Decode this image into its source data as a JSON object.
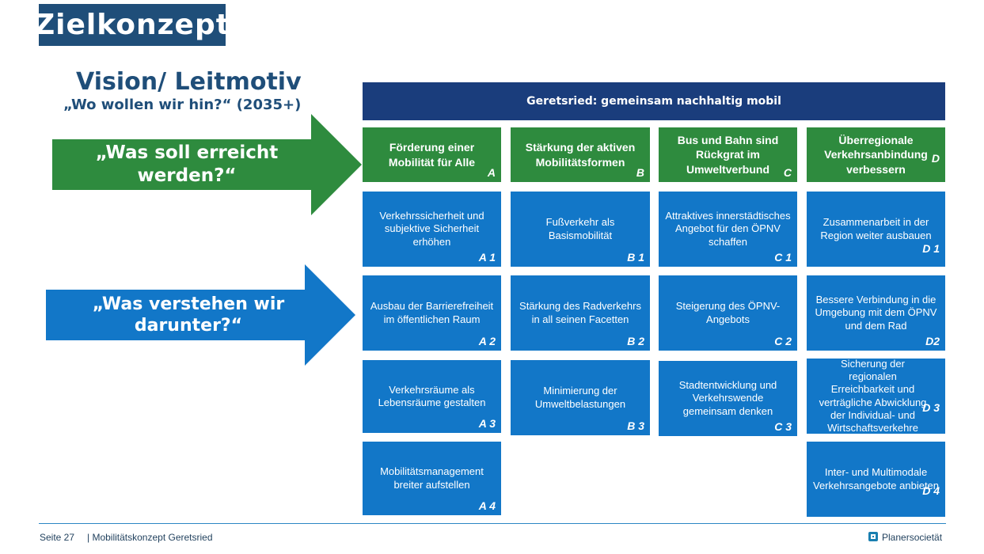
{
  "page": {
    "title": "Zielkonzept",
    "vision_title": "Vision/ Leitmotiv",
    "vision_subtitle": "„Wo wollen wir hin?“ (2035+)"
  },
  "arrows": {
    "green_label": "„Was soll erreicht werden?“",
    "blue_label_line1": "„Was verstehen wir",
    "blue_label_line2": "darunter?“"
  },
  "matrix": {
    "header": "Geretsried: gemeinsam nachhaltig mobil",
    "columns": [
      {
        "title": "Förderung einer Mobilität für Alle",
        "code": "A"
      },
      {
        "title": "Stärkung der aktiven Mobilitätsformen",
        "code": "B"
      },
      {
        "title": "Bus und Bahn sind Rückgrat im Umweltverbund",
        "code": "C"
      },
      {
        "title": "Überregionale Verkehrsanbindung verbessern",
        "code": "D"
      }
    ],
    "cells": {
      "a1": {
        "text": "Verkehrssicherheit und subjektive Sicherheit erhöhen",
        "code": "A 1"
      },
      "a2": {
        "text": "Ausbau der Barrierefreiheit im öffentlichen Raum",
        "code": "A 2"
      },
      "a3": {
        "text": "Verkehrsräume als Lebensräume gestalten",
        "code": "A 3"
      },
      "a4": {
        "text": "Mobilitätsmanagement breiter aufstellen",
        "code": "A 4"
      },
      "b1": {
        "text": "Fußverkehr als Basismobilität",
        "code": "B 1"
      },
      "b2": {
        "text": "Stärkung des Radverkehrs in all seinen Facetten",
        "code": "B 2"
      },
      "b3": {
        "text": "Minimierung der Umweltbelastungen",
        "code": "B 3"
      },
      "c1": {
        "text": "Attraktives innerstädtisches Angebot für den ÖPNV schaffen",
        "code": "C 1"
      },
      "c2": {
        "text": "Steigerung des ÖPNV-Angebots",
        "code": "C 2"
      },
      "c3": {
        "text": "Stadtentwicklung und Verkehrswende gemeinsam denken",
        "code": "C 3"
      },
      "d1": {
        "text": "Zusammenarbeit in der Region weiter ausbauen",
        "code": "D 1"
      },
      "d2": {
        "text": "Bessere Verbindung in die Umgebung mit dem ÖPNV und dem Rad",
        "code": "D2"
      },
      "d3": {
        "text": "Sicherung der regionalen Erreichbarkeit und verträgliche Abwicklung der Individual- und Wirtschaftsverkehre",
        "code": "D 3"
      },
      "d4": {
        "text": "Inter- und Multimodale Verkehrsangebote anbieten",
        "code": "D 4"
      }
    }
  },
  "footer": {
    "page": "Seite 27",
    "doc": "| Mobilitätskonzept Geretsried",
    "brand": "Planersocietät"
  },
  "colors": {
    "title_bg": "#1f4e79",
    "header_bg": "#1a3d7c",
    "green": "#2e8b3e",
    "blue": "#1277c8"
  }
}
